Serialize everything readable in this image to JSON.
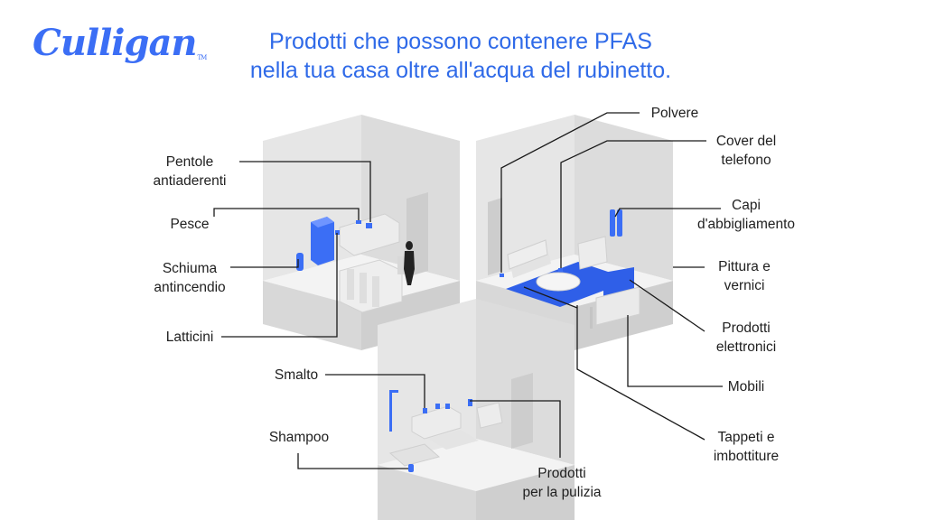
{
  "brand": {
    "logo": "Culligan",
    "trademark": "TM"
  },
  "title": {
    "line1": "Prodotti che possono contenere PFAS",
    "line2": "nella tua casa oltre all'acqua del rubinetto."
  },
  "colors": {
    "accent": "#3b6ef5",
    "title": "#2f6ae8",
    "room_wall": "#e4e4e4",
    "room_floor": "#f2f2f2",
    "line": "#1a1a1a"
  },
  "labels": {
    "pentole": [
      "Pentole",
      "antiaderenti"
    ],
    "pesce": [
      "Pesce"
    ],
    "schiuma": [
      "Schiuma",
      "antincendio"
    ],
    "latticini": [
      "Latticini"
    ],
    "smalto": [
      "Smalto"
    ],
    "shampoo": [
      "Shampoo"
    ],
    "pulizia": [
      "Prodotti",
      "per la pulizia"
    ],
    "polvere": [
      "Polvere"
    ],
    "cover": [
      "Cover del",
      "telefono"
    ],
    "capi": [
      "Capi",
      "d'abbigliamento"
    ],
    "pittura": [
      "Pittura e",
      "vernici"
    ],
    "elettronici": [
      "Prodotti",
      "elettronici"
    ],
    "mobili": [
      "Mobili"
    ],
    "tappeti": [
      "Tappeti e",
      "imbottiture"
    ]
  }
}
